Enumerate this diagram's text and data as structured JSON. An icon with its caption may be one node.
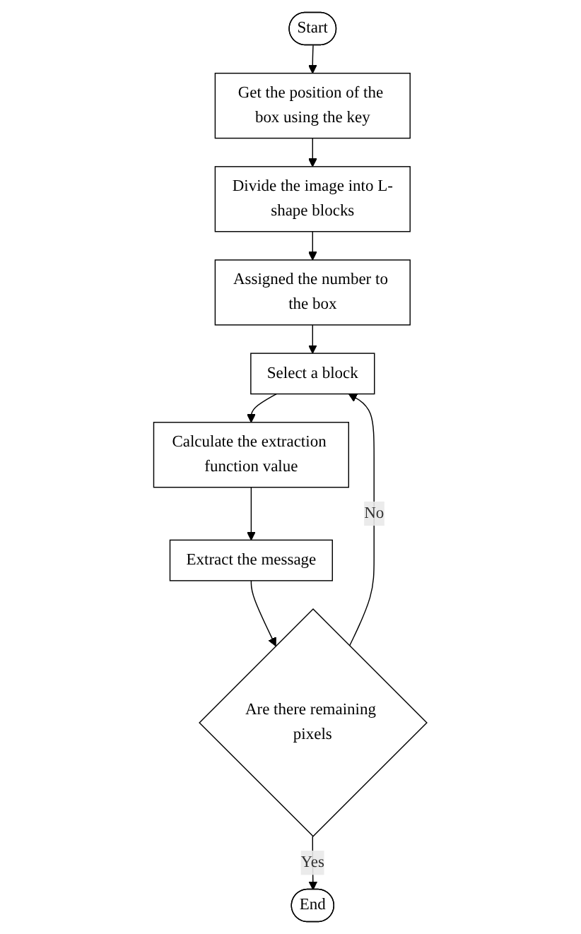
{
  "diagram": {
    "nodes": [
      {
        "text": [
          "Start"
        ]
      },
      {
        "text": [
          "Get the position of the box using the key"
        ]
      },
      {
        "text": [
          "Divide the image into L-shape blocks"
        ]
      },
      {
        "text": [
          "Assigned the number to the box"
        ]
      },
      {
        "text": [
          "Select a block"
        ]
      },
      {
        "text": [
          "Calculate the extraction function value"
        ]
      },
      {
        "text": [
          "Extract the message"
        ]
      },
      {
        "text": [
          "Are there remaining pixels"
        ]
      },
      {
        "text": [
          "End"
        ]
      }
    ],
    "edges": [
      {
        "from": 0,
        "to": 1,
        "arrow": "to"
      },
      {
        "from": 1,
        "to": 2,
        "arrow": "to"
      },
      {
        "from": 2,
        "to": 3,
        "arrow": "to"
      },
      {
        "from": 3,
        "to": 4,
        "arrow": "to"
      },
      {
        "from": 4,
        "to": 5,
        "arrow": "to"
      },
      {
        "from": 5,
        "to": 6,
        "arrow": "to"
      },
      {
        "from": 6,
        "to": 7,
        "arrow": "to"
      },
      {
        "from": 7,
        "to": 8,
        "arrow": "to",
        "label": "Yes"
      },
      {
        "from": 7,
        "to": 4,
        "arrow": "to",
        "label": "No"
      }
    ]
  }
}
